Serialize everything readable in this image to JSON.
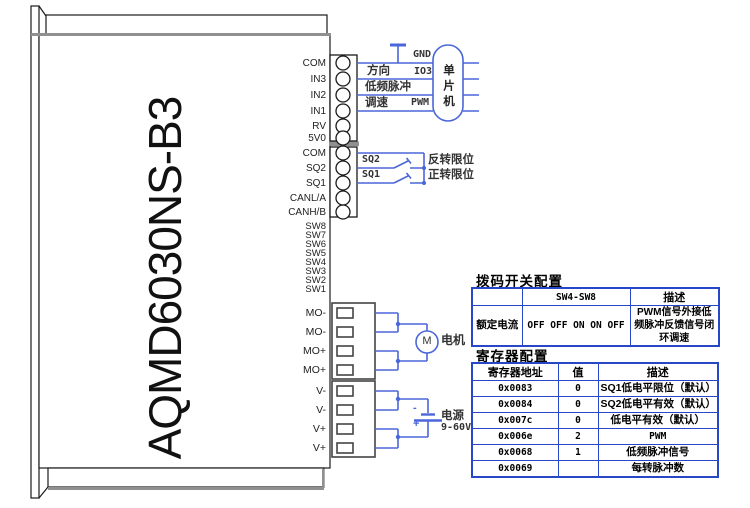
{
  "device": {
    "model": "AQMD6030NS-B3"
  },
  "connectors": {
    "signal_pins": [
      "COM",
      "IN3",
      "IN2",
      "IN1",
      "RV",
      "5V0"
    ],
    "io_pins": [
      "COM",
      "SQ2",
      "SQ1",
      "CANL/A",
      "CANH/B"
    ],
    "dip_pins": [
      "SW8",
      "SW7",
      "SW6",
      "SW5",
      "SW4",
      "SW3",
      "SW2",
      "SW1"
    ],
    "power_pins": [
      "MO-",
      "MO-",
      "MO+",
      "MO+",
      "V-",
      "V-",
      "V+",
      "V+"
    ]
  },
  "mcu": {
    "label": "单片机",
    "gnd": "GND",
    "direction": "方向",
    "io3": "IO3",
    "low_freq_pulse": "低频脉冲",
    "speed": "调速",
    "pwm": "PWM"
  },
  "limits": {
    "sq2": "SQ2",
    "sq1": "SQ1",
    "reverse": "反转限位",
    "forward": "正转限位"
  },
  "motor": {
    "m": "M",
    "label": "电机"
  },
  "power": {
    "minus": "-",
    "plus": "+",
    "label": "电源",
    "range": "9-60V"
  },
  "tables": {
    "dip": {
      "title": "拨码开关配置",
      "headers": [
        "",
        "SW4-SW8",
        "描述"
      ],
      "rows": [
        [
          "额定电流",
          "OFF OFF ON ON OFF",
          "PWM信号外接低频脉冲反馈信号闭环调速"
        ]
      ]
    },
    "registers": {
      "title": "寄存器配置",
      "headers": [
        "寄存器地址",
        "值",
        "描述"
      ],
      "rows": [
        [
          "0x0083",
          "0",
          "SQ1低电平限位（默认）"
        ],
        [
          "0x0084",
          "0",
          "SQ2低电平有效（默认）"
        ],
        [
          "0x007c",
          "0",
          "低电平有效（默认）"
        ],
        [
          "0x006e",
          "2",
          "PWM"
        ],
        [
          "0x0068",
          "1",
          "低频脉冲信号"
        ],
        [
          "0x0069",
          "",
          "每转脉冲数"
        ]
      ]
    }
  },
  "colors": {
    "wire": "#4a66d8",
    "table_border": "#2847c8",
    "outline": "#1a1a1a",
    "gray": "#909090"
  }
}
